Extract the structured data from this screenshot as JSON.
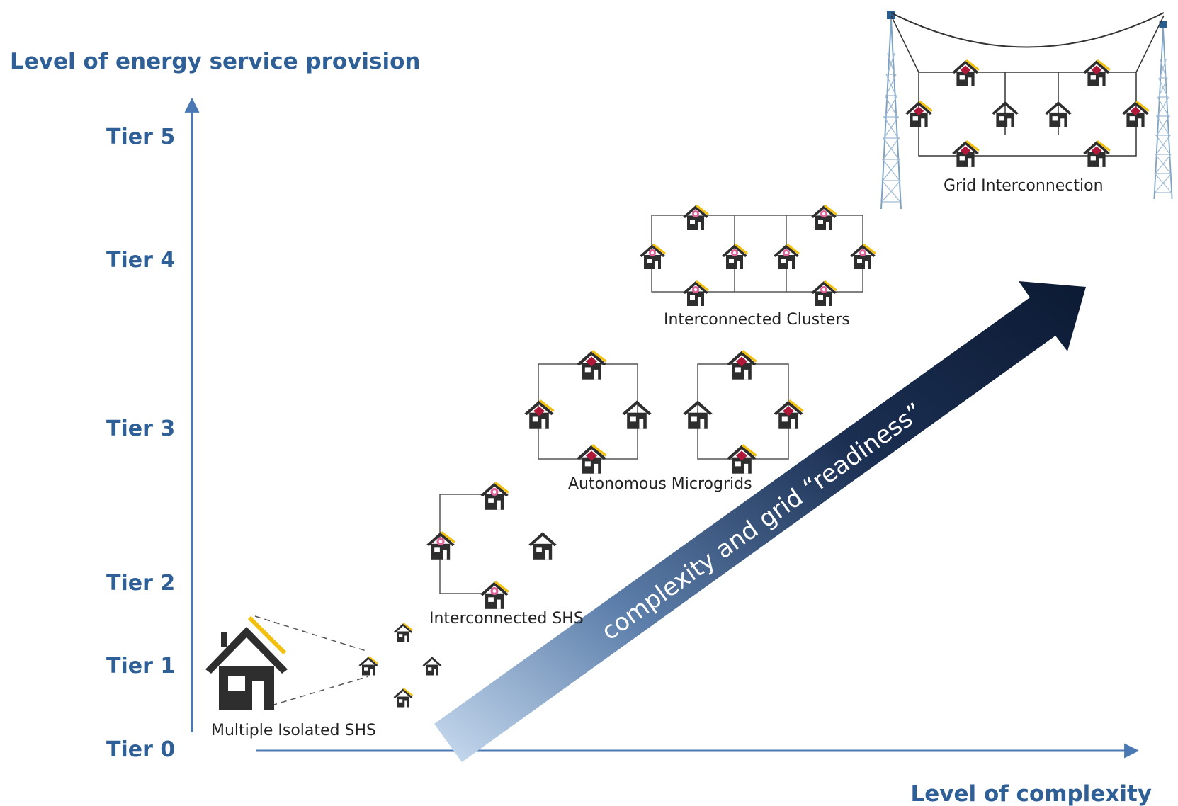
{
  "axes": {
    "y_title": "Level of energy service provision",
    "x_title": "Level of complexity"
  },
  "tiers": [
    {
      "label": "Tier 5"
    },
    {
      "label": "Tier 4"
    },
    {
      "label": "Tier 3"
    },
    {
      "label": "Tier 2"
    },
    {
      "label": "Tier 1"
    },
    {
      "label": "Tier 0"
    }
  ],
  "stages": {
    "isolated": "Multiple Isolated SHS",
    "interconnected_shs": "Interconnected SHS",
    "microgrids": "Autonomous Microgrids",
    "clusters": "Interconnected Clusters",
    "grid": "Grid Interconnection"
  },
  "big_arrow_text": "complexity and grid “readiness”",
  "colors": {
    "axis_blue": "#4a78b5",
    "title_blue": "#2f5f97",
    "house_dark": "#2e2e2e",
    "solar_yellow": "#f2c10f",
    "arrow_dark": "#0f1f3a",
    "battery_red": "#b0183a",
    "battery_pink": "#e0609a"
  }
}
